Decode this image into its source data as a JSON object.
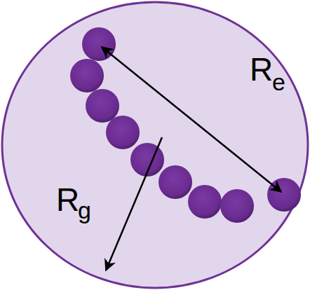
{
  "diagram": {
    "labels": [
      "R",
      "e",
      "R",
      "g"
    ]
  }
}
